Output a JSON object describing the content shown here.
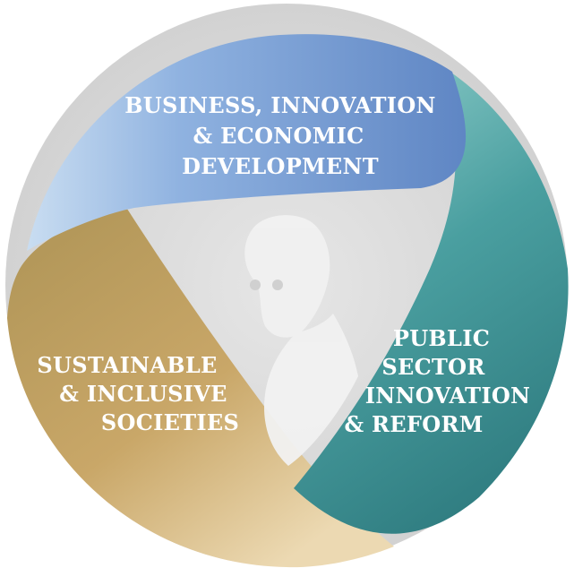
{
  "colors": {
    "background_circle": "#dedede",
    "blue_segment": "#6d97cf",
    "teal_segment": "#3f8f91",
    "gold_segment": "#c9a768",
    "label_text": "#ffffff",
    "portrait": "#f1f1f1"
  },
  "segments": [
    {
      "key": "business",
      "lines": [
        "BUSINESS, INNOVATION",
        "& ECONOMIC",
        "DEVELOPMENT"
      ]
    },
    {
      "key": "public",
      "lines": [
        "PUBLIC",
        "SECTOR",
        "INNOVATION",
        "& REFORM"
      ]
    },
    {
      "key": "sustainable",
      "lines": [
        "SUSTAINABLE",
        "& INCLUSIVE",
        "SOCIETIES"
      ]
    }
  ],
  "center_image": "portrait-illustration"
}
